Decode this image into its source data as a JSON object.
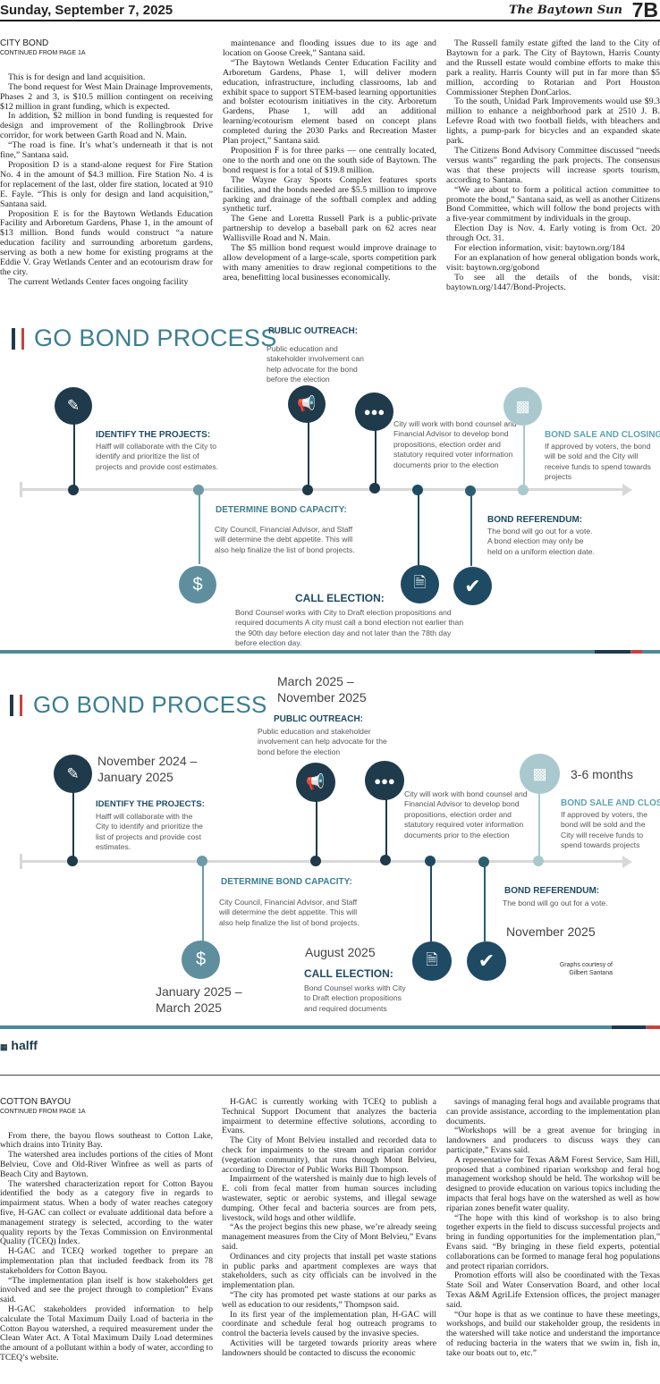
{
  "header": {
    "date": "Sunday, September 7, 2025",
    "paper": "The Baytown Sun",
    "page": "7B"
  },
  "bond": {
    "kicker": "CITY BOND",
    "continued": "CONTINUED FROM PAGE 1A",
    "col1": [
      "This is for design and land acquisition.",
      "The bond request for West Main Drainage Improvements, Phases 2 and 3, is $10.5 million contingent on receiving $12 million in grant funding, which is expected.",
      "In addition, $2 million in bond funding is requested for design and improvement of the Rollingbrook Drive corridor, for work between Garth Road and N. Main.",
      "“The road is fine. It’s what’s underneath it that is not fine,” Santana said.",
      "Proposition D is a stand-alone request for Fire Station No. 4 in the amount of $4.3 million. Fire Station No. 4 is for replacement of the last, older fire station, located at 910 E. Fayle. “This is only for design and land acquisition,” Santana said.",
      "Proposition E is for the Baytown Wetlands Education Facility and Arboretum Gardens, Phase 1, in the amount of $13 million. Bond funds would construct “a nature education facility and surrounding arboretum gardens, serving as both a new home for existing programs at the Eddie V. Gray Wetlands Center and an ecotourism draw for the city.",
      "The current Wetlands Center faces ongoing facility"
    ],
    "col2": [
      "maintenance and flooding issues due to its age and location on Goose Creek,” Santana said.",
      "“The Baytown Wetlands Center Education Facility and Arboretum Gardens, Phase 1, will deliver modern education, infrastructure, including classrooms, lab and exhibit space to support STEM-based learning opportunities and bolster ecotourism initiatives in the city. Arboretum Gardens, Phase 1, will add an additional learning/ecotourism element based on concept plans completed during the 2030 Parks and Recreation Master Plan project,” Santana said.",
      "Proposition F is for three parks — one centrally located, one to the north and one on the south side of Baytown. The bond request is for a total of $19.8 million.",
      "The Wayne Gray Sports Complex features sports facilities, and the bonds needed are $5.5 million to improve parking and drainage of the softball complex and adding synthetic turf.",
      "The Gene and Loretta Russell Park is a public-private partnership to develop a baseball park on 62 acres near Wallisville Road and N. Main.",
      "The $5 million bond request would improve drainage to allow development of a large-scale, sports competition park with many amenities to draw regional competitions to the area, benefitting local businesses economically."
    ],
    "col3": [
      "The Russell family estate gifted the land to the City of Baytown for a park. The City of Baytown, Harris County and the Russell estate would combine efforts to make this park a reality. Harris County will put in far more than $5 million, according to Rotarian and Port Houston Commissioner Stephen DonCarlos.",
      "To the south, Unidad Park Improvements would use $9.3 million to enhance a neighborhood park at 2510 J. B. Lefevre Road with two football fields, with bleachers and lights, a pump-park for bicycles and an expanded skate park.",
      "The Citizens Bond Advisory Committee discussed “needs versus wants” regarding the park projects. The consensus was that these projects will increase sports tourism, according to Santana.",
      "“We are about to form a political action committee to promote the bond,” Santana said, as well as another Citizens Bond Committee, which will follow the bond projects with a five-year commitment by individuals in the group.",
      "Election Day is Nov. 4. Early voting is from Oct. 20 through Oct. 31.",
      "For election information, visit: baytown.org/184",
      "For an explanation of how general obligation bonds work, visit: baytown.org/gobond",
      "To see all the details of the bonds, visit: baytown.org/1447/Bond-Projects."
    ]
  },
  "graphic1": {
    "title": "GO BOND PROCESS",
    "outreach_head": "PUBLIC OUTREACH:",
    "outreach_text": "Public education and stakeholder involvement can help advocate for the bond before the election",
    "identify_head": "IDENTIFY THE PROJECTS:",
    "identify_text": "Halff will collaborate with the City to identify and prioritize the list of projects and provide cost estimates.",
    "capacity_head": "DETERMINE BOND CAPACITY:",
    "capacity_text": "City Council, Financial Advisor, and Staff will determine the debt appetite. This will also help finalize the list of bond projects.",
    "counsel_text": "City will work with bond counsel and Financial Advisor to develop bond propositions, election order and statutory required voter information documents prior to the election",
    "sale_head": "BOND SALE AND CLOSING:",
    "sale_text": "If approved by voters, the bond will be sold and the City will receive funds to spend towards projects",
    "referendum_head": "BOND REFERENDUM:",
    "referendum_text": "The bond will go out for a vote. A bond election may only be held on a uniform election date.",
    "call_head": "CALL ELECTION:",
    "call_text": "Bond Counsel works with City to Draft election propositions and required documents A city must call a bond election not earlier than the 90th day before election day and not later than the 78th day before election day."
  },
  "graphic2": {
    "title": "GO BOND PROCESS",
    "date_outreach": "March 2025 – November 2025",
    "outreach_head": "PUBLIC OUTREACH:",
    "outreach_text": "Public education and stakeholder involvement can help advocate for the bond before the election",
    "date_identify": "November 2024 – January 2025",
    "identify_head": "IDENTIFY THE PROJECTS:",
    "identify_text": "Halff will collaborate with the City to identify and prioritize the list of projects and provide cost estimates.",
    "capacity_head": "DETERMINE BOND CAPACITY:",
    "capacity_text": "City Council, Financial Advisor, and Staff will determine the debt appetite. This will also help finalize the list of bond projects.",
    "date_capacity": "January 2025 – March 2025",
    "counsel_text": "City will work with bond counsel and Financial Advisor to develop bond propositions, election order and statutory required voter information documents prior to the election",
    "date_sale": "3-6 months",
    "sale_head": "BOND SALE AND CLOSING:",
    "sale_text": "If approved by voters, the bond will be sold and the City will receive funds to spend towards projects",
    "referendum_head": "BOND REFERENDUM:",
    "referendum_text": "The bond will go out for a vote.",
    "date_referendum": "November 2025",
    "date_call": "August 2025",
    "call_head": "CALL ELECTION:",
    "call_text": "Bond Counsel works with City to Draft election propositions and required documents",
    "credit": "Graphs courtesy of Gilbert Santana",
    "logo": "halff"
  },
  "bayou": {
    "kicker": "COTTON BAYOU",
    "continued": "CONTINUED FROM PAGE 1A",
    "col1": [
      "From there, the bayou flows southeast to Cotton Lake, which drains into Trinity Bay.",
      "The watershed area includes portions of the cities of Mont Belvieu, Cove and Old-River Winfree as well as parts of Beach City and Baytown.",
      "The watershed characterization report for Cotton Bayou identified the body as a category five in regards to impairment status. When a body of water reaches category five, H-GAC can collect or evaluate additional data before a management strategy is selected, according to the water quality reports by the Texas Commission on Environmental Quality (TCEQ) Index.",
      "H-GAC and TCEQ worked together to prepare an implementation plan that included feedback from its 78 stakeholders for Cotton Bayou.",
      "“The implementation plan itself is how stakeholders get involved and see the project through to completion” Evans said.",
      "H-GAC stakeholders provided information to help calculate the Total Maximum Daily Load of bacteria in the Cotton Bayou watershed, a required measurement under the Clean Water Act. A Total Maximum Daily Load determines the amount of a pollutant within a body of water, according to TCEQ’s website."
    ],
    "col2": [
      "H-GAC is currently working with TCEQ to publish a Technical Support Document that analyzes the bacteria impairment to determine effective solutions, according to Evans.",
      "The City of Mont Belvieu installed and recorded data to check for impairments to the stream and riparian corridor (vegetation community), that runs through Mont Belvieu, according to Director of Public Works Bill Thompson.",
      "Impairment of the watershed is mainly due to high levels of E. coli from fecal matter from human sources including wastewater, septic or aerobic systems, and illegal sewage dumping. Other fecal and bacteria sources are from pets, livestock, wild hogs and other wildlife.",
      "“As the project begins this new phase, we’re already seeing management measures from the City of Mont Belvieu,” Evans said.",
      "Ordinances and city projects that install pet waste stations in public parks and apartment complexes are ways that stakeholders, such as city officials can be involved in the implementation plan.",
      "“The city has promoted pet waste stations at our parks as well as education to our residents,” Thompson said.",
      "In its first year of the implementation plan, H-GAC will coordinate and schedule feral hog outreach programs to control the bacteria levels caused by the invasive species.",
      "Activities will be targeted towards priority areas where landowners should be contacted to discuss the economic"
    ],
    "col3": [
      "savings of managing feral hogs and available programs that can provide assistance, according to the implementation plan documents.",
      "“Workshops will be a great avenue for bringing in landowners and producers to discuss ways they can participate,” Evans said.",
      "A representative for Texas A&M Forest Service, Sam Hill, proposed that a combined riparian workshop and feral hog management workshop should be held. The workshop will be designed to provide education on various topics including the impacts that feral hogs have on the watershed as well as how riparian zones benefit water quality.",
      "“The hope with this kind of workshop is to also bring together experts in the field to discuss successful projects and bring in funding opportunities for the implementation plan,” Evans said. “By bringing in these field experts, potential collaborations can be formed to manage feral hog populations and protect riparian corridors.",
      "Promotion efforts will also be coordinated with the Texas State Soil and Water Conservation Board, and other local Texas A&M AgriLife Extension offices, the project manager said.",
      "“Our hope is that as we continue to have these meetings, workshops, and build our stakeholder group, the residents in the watershed will take notice and understand the importance of reducing bacteria in the waters that we swim in, fish in, take our boats out to, etc.”"
    ]
  }
}
